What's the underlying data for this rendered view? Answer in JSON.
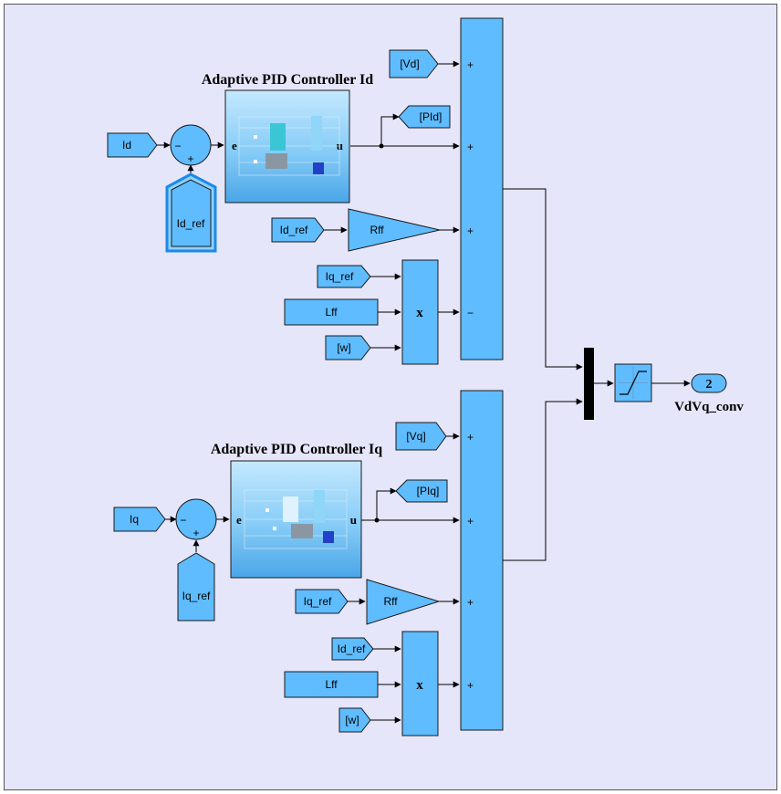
{
  "colors": {
    "background": "#e6e6fa",
    "block_fill": "#5fbcff",
    "subsystem_top": "#bfe6ff",
    "subsystem_bottom": "#4aa8ea",
    "wire": "#000000",
    "bus": "#000000"
  },
  "subsystems": {
    "d": {
      "title": "Adaptive PID Controller Id",
      "in_port": "e",
      "out_port": "u"
    },
    "q": {
      "title": "Adaptive PID Controller Iq",
      "in_port": "e",
      "out_port": "u"
    }
  },
  "blocks": {
    "id_from": "Id",
    "idref_under_sum": "Id_ref",
    "vd_from": "[Vd]",
    "pid_goto": "[PId]",
    "idref_gain_in": "Id_ref",
    "rff_d": "Rff",
    "iqref_prod_in": "Iq_ref",
    "lff_d": "Lff",
    "w_d": "[w]",
    "prod_d": "x",
    "iq_from": "Iq",
    "iqref_under_sum": "Iq_ref",
    "vq_from": "[Vq]",
    "piq_goto": "[PIq]",
    "iqref_gain_in": "Iq_ref",
    "rff_q": "Rff",
    "idref_prod_in": "Id_ref",
    "lff_q": "Lff",
    "w_q": "[w]",
    "prod_q": "x",
    "outport_number": "2",
    "outport_name": "VdVq_conv"
  },
  "signs": {
    "sum_plus": "+",
    "sum_minus": "−"
  }
}
